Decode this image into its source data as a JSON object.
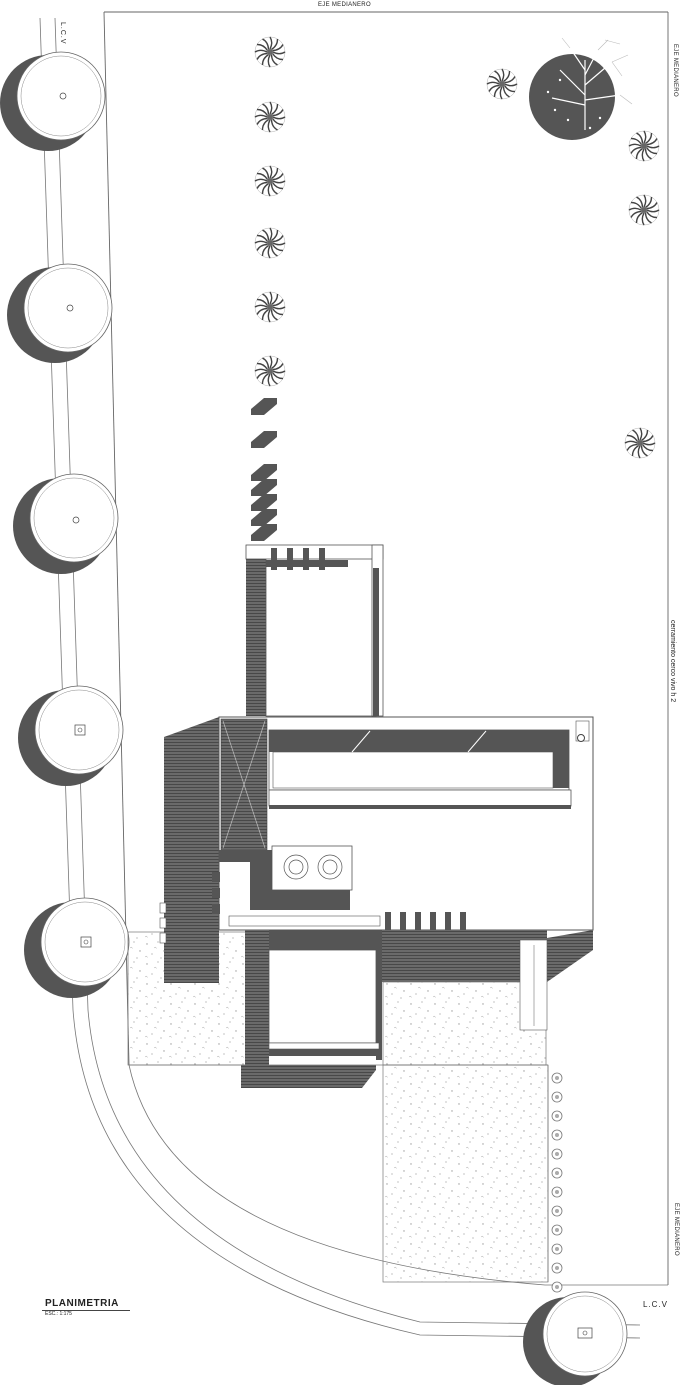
{
  "labels": {
    "top_boundary": "EJE MEDIANERO",
    "right_boundary_top": "EJE MEDIANERO",
    "right_boundary_bottom": "EJE MEDIANERO",
    "fence_note": "cerramiento cerco vivo h 2",
    "lcv_left": "L.C.V",
    "lcv_bottom": "L.C.V"
  },
  "title_block": {
    "title": "PLANIMETRIA",
    "scale": "ESC.: 1:175"
  },
  "colors": {
    "line": "#555555",
    "shadow": "#555555",
    "background": "#ffffff",
    "stipple": "#9a9a9a"
  },
  "icons": [
    "street-tree-icon",
    "shrub-icon",
    "large-tree-icon",
    "cooktop-icon"
  ]
}
